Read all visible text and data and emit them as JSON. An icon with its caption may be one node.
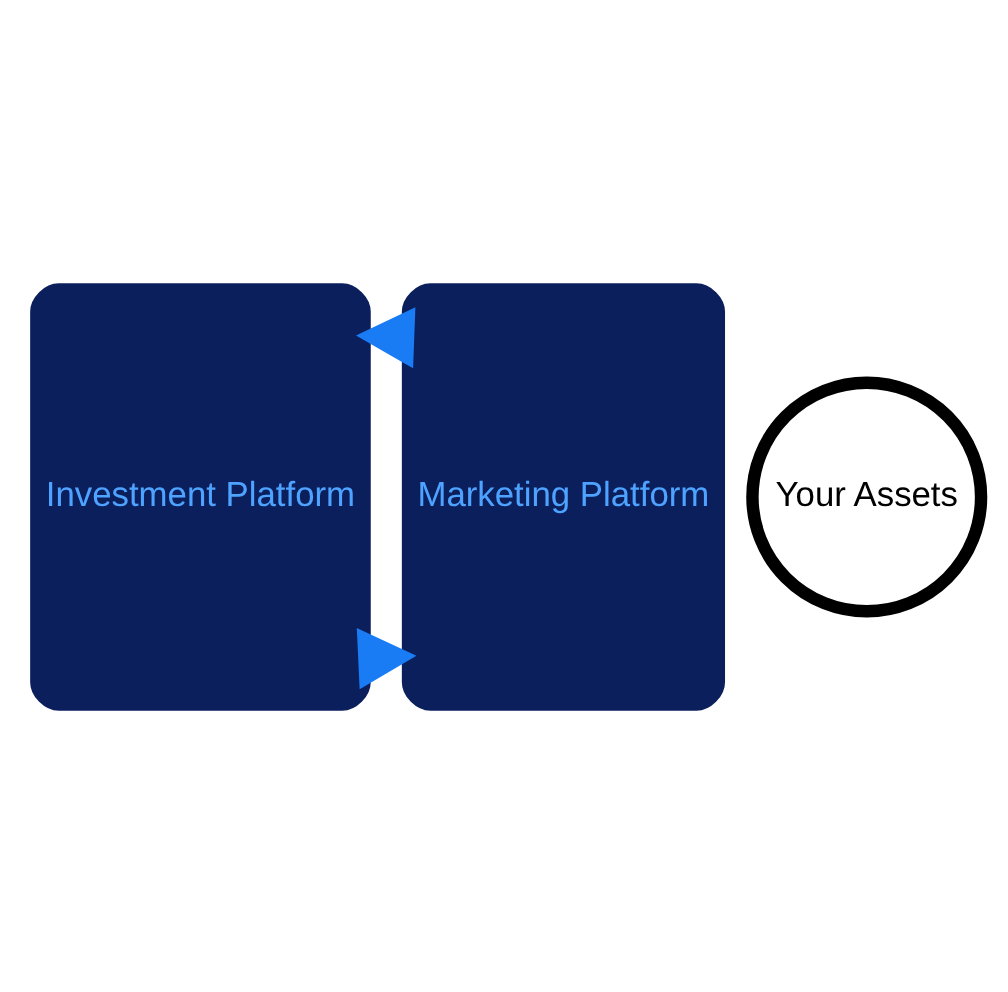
{
  "diagram": {
    "nodes": [
      {
        "text": [
          "Investment Platform"
        ]
      },
      {
        "text": [
          "Your Assets"
        ]
      },
      {
        "text": [
          "Marketing Platform"
        ]
      }
    ],
    "edges": [
      {
        "from": 0,
        "to": 2,
        "arrow": "to",
        "style": "thick"
      },
      {
        "from": 2,
        "to": 0,
        "arrow": "to",
        "style": "thick"
      }
    ]
  }
}
